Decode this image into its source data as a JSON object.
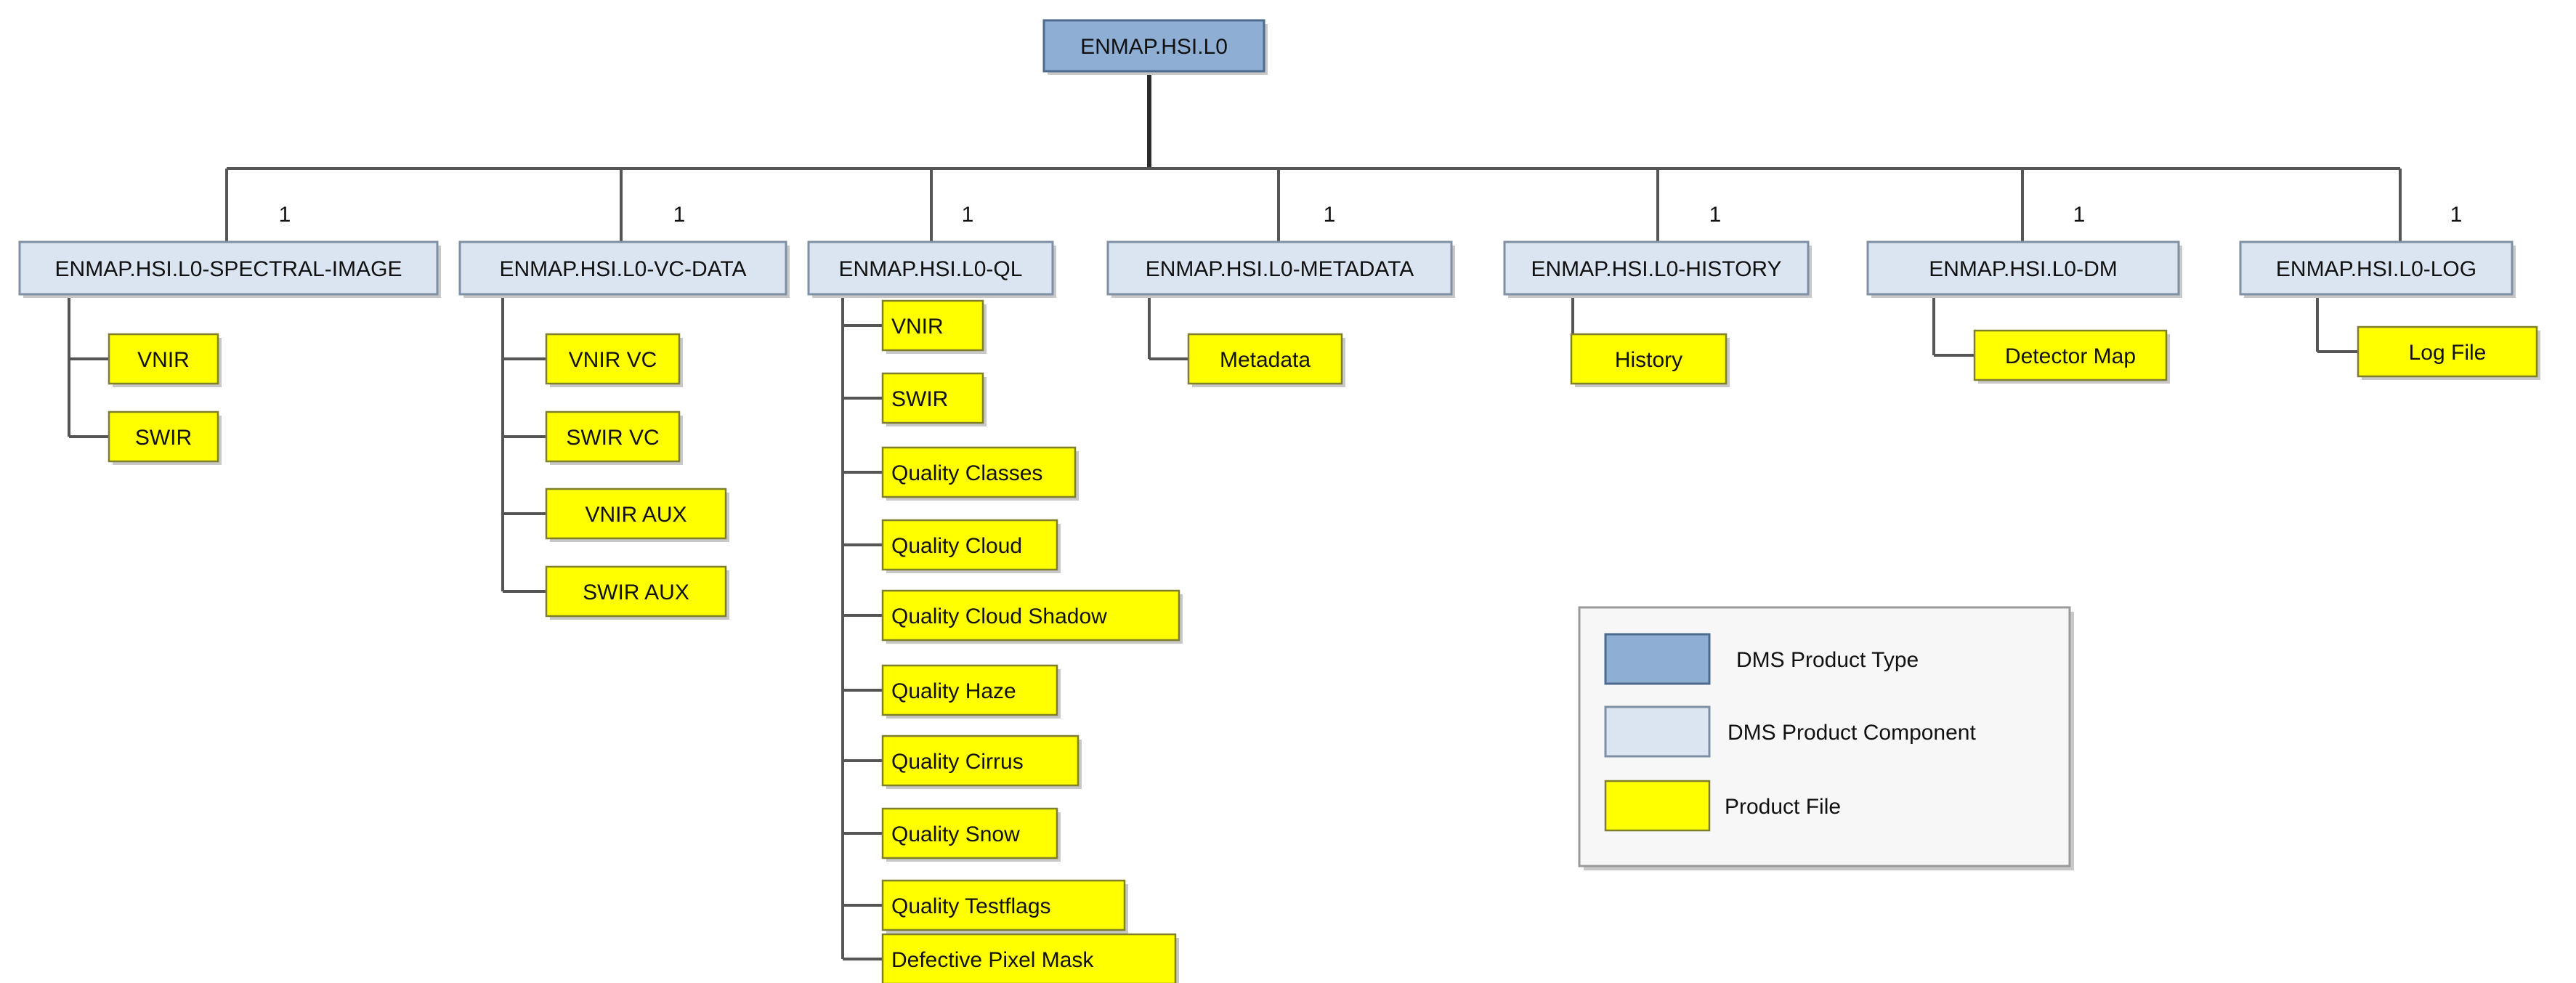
{
  "root": {
    "label": "ENMAP.HSI.L0"
  },
  "components": [
    {
      "label": "ENMAP.HSI.L0-SPECTRAL-IMAGE",
      "multiplicity": "1",
      "files": [
        "VNIR",
        "SWIR"
      ]
    },
    {
      "label": "ENMAP.HSI.L0-VC-DATA",
      "multiplicity": "1",
      "files": [
        "VNIR VC",
        "SWIR VC",
        "VNIR AUX",
        "SWIR AUX"
      ]
    },
    {
      "label": "ENMAP.HSI.L0-QL",
      "multiplicity": "1",
      "files": [
        "VNIR",
        "SWIR",
        "Quality Classes",
        "Quality Cloud",
        "Quality Cloud Shadow",
        "Quality Haze",
        "Quality Cirrus",
        "Quality Snow",
        "Quality Testflags",
        "Defective Pixel Mask"
      ]
    },
    {
      "label": "ENMAP.HSI.L0-METADATA",
      "multiplicity": "1",
      "files": [
        "Metadata"
      ]
    },
    {
      "label": "ENMAP.HSI.L0-HISTORY",
      "multiplicity": "1",
      "files": [
        "History"
      ]
    },
    {
      "label": "ENMAP.HSI.L0-DM",
      "multiplicity": "1",
      "files": [
        "Detector Map"
      ]
    },
    {
      "label": "ENMAP.HSI.L0-LOG",
      "multiplicity": "1",
      "files": [
        "Log File"
      ]
    }
  ],
  "legend": [
    {
      "kind": "type",
      "label": "DMS Product Type"
    },
    {
      "kind": "component",
      "label": "DMS Product Component"
    },
    {
      "kind": "file",
      "label": "Product File"
    }
  ],
  "colors": {
    "product_type": "#8eaed3",
    "product_component": "#dbe5f1",
    "product_file": "#ffff00"
  }
}
